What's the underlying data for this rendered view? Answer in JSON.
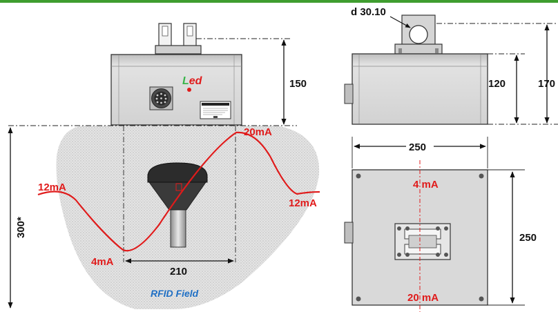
{
  "colors": {
    "top_bar": "#3f9d2f",
    "signal": "#e01b1b",
    "field_text": "#1f6fc4",
    "led_green": "#39b54a",
    "led_red": "#e01b1b",
    "housing": "#d9d9d9",
    "field_fill": "#d6d6d6"
  },
  "side_view": {
    "led_label_first": "L",
    "led_label_rest": "ed",
    "height_150": "150",
    "field_height": "300*",
    "width_210": "210",
    "current_20": "20mA",
    "current_12_left": "12mA",
    "current_12_right": "12mA",
    "current_4": "4mA",
    "field_label": "RFID Field"
  },
  "front_view": {
    "diameter": "d 30.10",
    "height_120": "120",
    "height_170": "170"
  },
  "top_view": {
    "width_250": "250",
    "height_250": "250",
    "current_4": "4 mA",
    "current_20": "20 mA"
  }
}
